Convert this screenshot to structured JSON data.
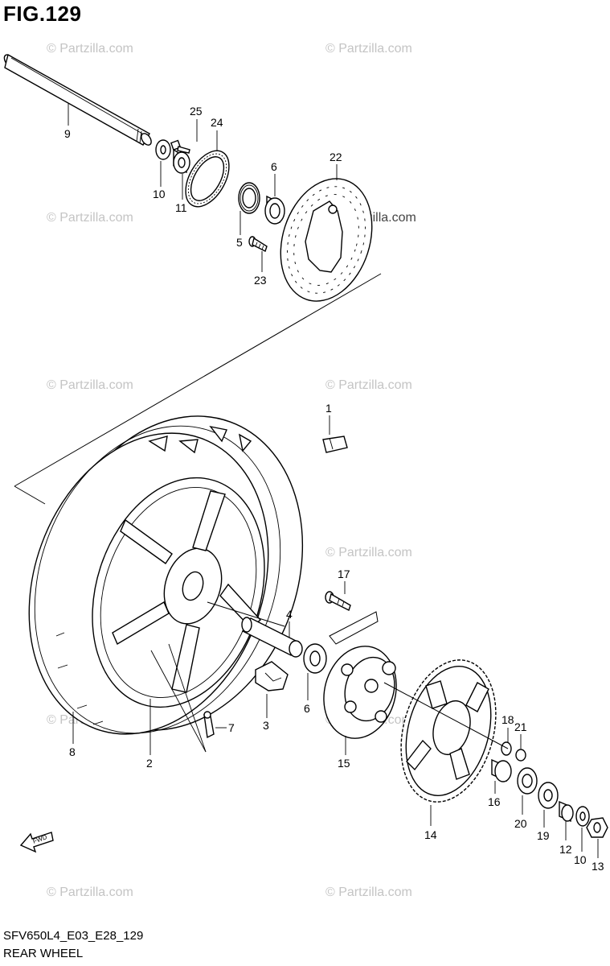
{
  "figure": {
    "title": "FIG.129"
  },
  "watermark": {
    "text": "© Partzilla.com"
  },
  "callouts": [
    "1",
    "2",
    "3",
    "4",
    "5",
    "6",
    "6",
    "7",
    "8",
    "9",
    "10",
    "10",
    "11",
    "12",
    "13",
    "14",
    "15",
    "16",
    "17",
    "18",
    "19",
    "20",
    "21",
    "22",
    "23",
    "24",
    "25"
  ],
  "footer": {
    "code": "SFV650L4_E03_E28_129",
    "title": "REAR WHEEL"
  },
  "fwd_label": "FWD"
}
